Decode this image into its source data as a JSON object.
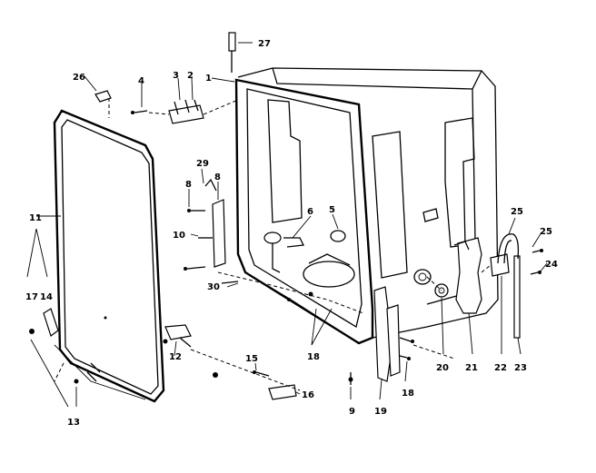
{
  "diagram": {
    "callouts": [
      "27",
      "26",
      "4",
      "3",
      "2",
      "1",
      "29",
      "8",
      "8",
      "10",
      "11",
      "17",
      "14",
      "13",
      "5",
      "6",
      "30",
      "12",
      "15",
      "16",
      "18",
      "9",
      "19",
      "18",
      "20",
      "21",
      "22",
      "23",
      "25",
      "24",
      "25"
    ]
  },
  "colors": {
    "ink": "#000000",
    "paper": "#ffffff"
  }
}
